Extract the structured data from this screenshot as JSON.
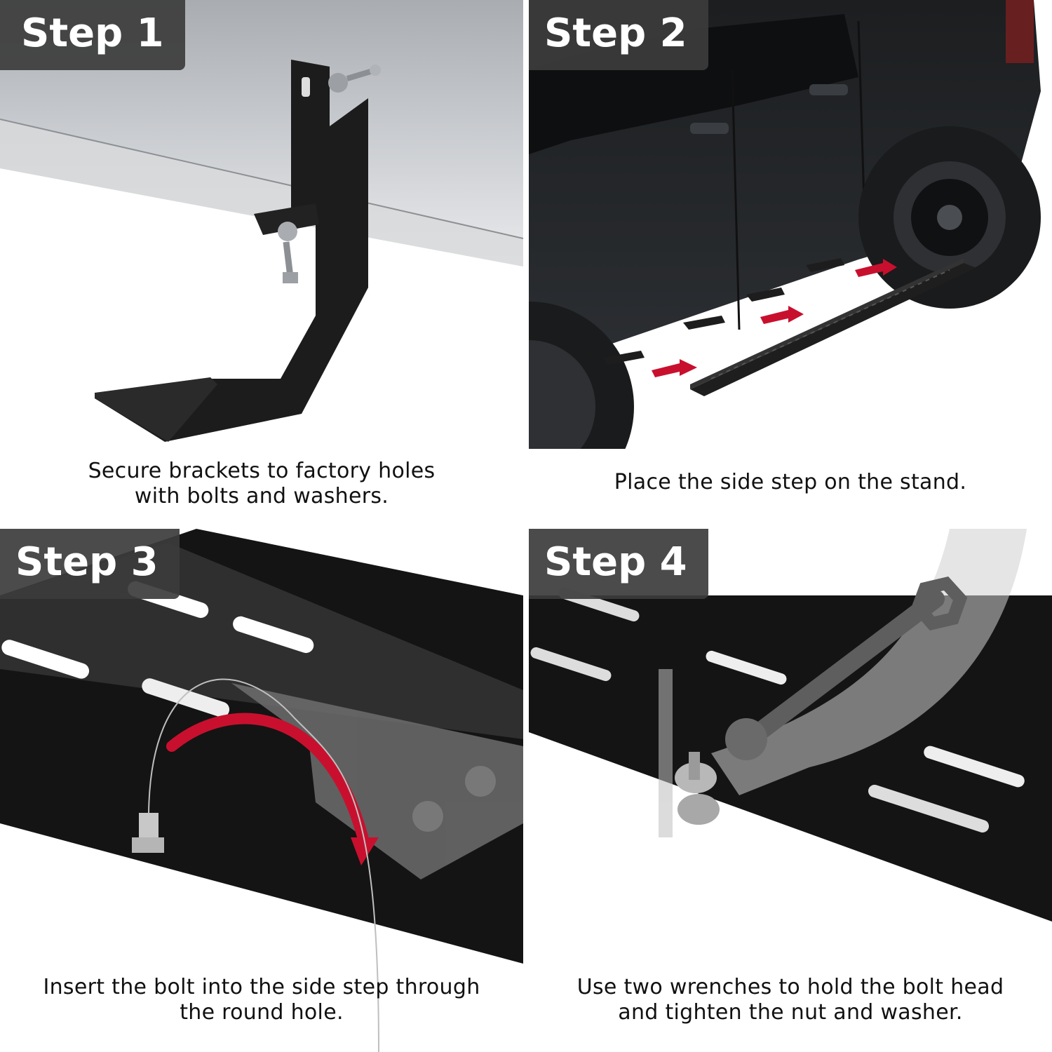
{
  "steps": [
    {
      "label": "Step 1",
      "caption_lines": [
        "Secure brackets to factory holes",
        "with bolts and washers."
      ]
    },
    {
      "label": "Step 2",
      "caption_lines": [
        "Place the side step on the stand."
      ]
    },
    {
      "label": "Step 3",
      "caption_lines": [
        "Insert the bolt into the side step through",
        "the round hole."
      ]
    },
    {
      "label": "Step 4",
      "caption_lines": [
        "Use two wrenches to hold the bolt head",
        "and tighten the nut and washer."
      ]
    }
  ],
  "colors": {
    "accent_arrow": "#c8102e",
    "tag_background": "#3c3c3c",
    "bracket": "#1a1a1a",
    "frame_rail": "#b9bcc0",
    "board": "#161616"
  }
}
